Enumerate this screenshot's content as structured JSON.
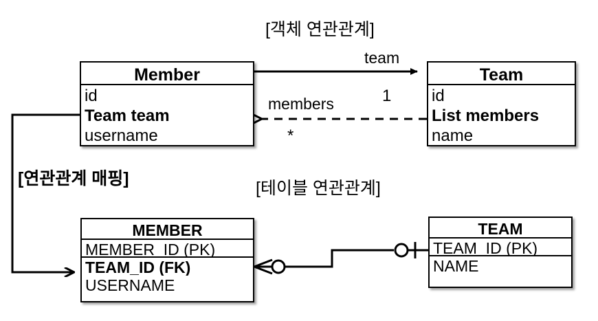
{
  "diagram": {
    "title_object": "[객체 연관관계]",
    "title_table": "[테이블 연관관계]",
    "title_mapping": "[연관관계 매핑]",
    "colors": {
      "stroke": "#000000",
      "background": "#ffffff",
      "shadow": "rgba(0,0,0,0.35)"
    }
  },
  "object_model": {
    "member": {
      "name": "Member",
      "attributes": [
        {
          "text": "id",
          "bold": false
        },
        {
          "text": "Team team",
          "bold": true
        },
        {
          "text": "username",
          "bold": false
        }
      ]
    },
    "team": {
      "name": "Team",
      "attributes": [
        {
          "text": "id",
          "bold": false
        },
        {
          "text": "List members",
          "bold": true
        },
        {
          "text": "name",
          "bold": false
        }
      ]
    },
    "edges": {
      "forward_label": "team",
      "forward_multiplicity": "1",
      "back_label": "members",
      "back_multiplicity": "*"
    }
  },
  "table_model": {
    "member_table": {
      "name": "MEMBER",
      "columns": [
        {
          "text": "MEMBER_ID (PK)",
          "bold": false
        },
        {
          "text": "TEAM_ID (FK)",
          "bold": true
        },
        {
          "text": "USERNAME",
          "bold": false
        }
      ]
    },
    "team_table": {
      "name": "TEAM",
      "columns": [
        {
          "text": "TEAM_ID (PK)",
          "bold": false
        },
        {
          "text": "NAME",
          "bold": false
        }
      ]
    },
    "relationship": {
      "member_side_notation": "crowsfoot-zero-or-many",
      "team_side_notation": "zero-or-one"
    }
  }
}
